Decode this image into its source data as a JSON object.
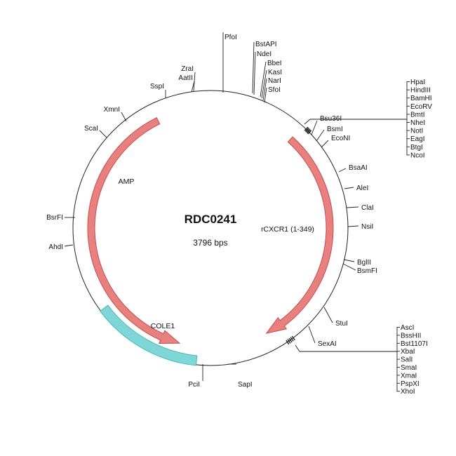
{
  "plasmid": {
    "name": "RDC0241",
    "length_label": "3796 bps",
    "total_bp": 3796
  },
  "colors": {
    "arrow_fill": "#e8807f",
    "arrow_stroke": "#c94c4c",
    "ori_fill": "#7fd6d6",
    "ori_stroke": "#4fb8b8",
    "line": "#222222"
  },
  "features": [
    {
      "id": "amp",
      "label": "AMP",
      "kind": "arrow",
      "direction": "ccw",
      "start_deg": -26,
      "end_deg": -165
    },
    {
      "id": "rcxcr1",
      "label": "rCXCR1 (1-349)",
      "kind": "arrow",
      "direction": "cw",
      "start_deg": 42,
      "end_deg": 152
    },
    {
      "id": "cole1",
      "label": "COLE1",
      "kind": "block",
      "start_deg": 186,
      "end_deg": 233
    }
  ],
  "sites": [
    {
      "label": "PfoI",
      "angle": 0
    },
    {
      "label": "BstAPI",
      "angle": 9
    },
    {
      "label": "NdeI",
      "angle": 9.7
    },
    {
      "label": "BbeI",
      "angle": 12.5
    },
    {
      "label": "KasI",
      "angle": 13.2
    },
    {
      "label": "NarI",
      "angle": 13.9
    },
    {
      "label": "SfoI",
      "angle": 14.6
    },
    {
      "label": "Bsu36I",
      "angle": 47
    },
    {
      "label": "BsmI",
      "angle": 51
    },
    {
      "label": "EcoNI",
      "angle": 55
    },
    {
      "label": "BsaAI",
      "angle": 68
    },
    {
      "label": "AleI",
      "angle": 76
    },
    {
      "label": "ClaI",
      "angle": 83
    },
    {
      "label": "NsiI",
      "angle": 90
    },
    {
      "label": "BglII",
      "angle": 104
    },
    {
      "label": "BsmFI",
      "angle": 106
    },
    {
      "label": "StuI",
      "angle": 132
    },
    {
      "label": "SexAI",
      "angle": 139
    },
    {
      "label": "SapI",
      "angle": 172
    },
    {
      "label": "PciI",
      "angle": 186
    },
    {
      "label": "AhdI",
      "angle": 264
    },
    {
      "label": "BsrFI",
      "angle": 278
    },
    {
      "label": "ScaI",
      "angle": 304
    },
    {
      "label": "XmnI",
      "angle": 316
    },
    {
      "label": "SspI",
      "angle": 335
    },
    {
      "label": "AatII",
      "angle": 348
    },
    {
      "label": "ZraI",
      "angle": 349
    }
  ],
  "mcs_top": {
    "angle_start": 44,
    "angle_end": 46,
    "labels": [
      "HpaI",
      "HindIII",
      "BamHI",
      "EcoRV",
      "BmtI",
      "NheI",
      "NotI",
      "EagI",
      "BtgI",
      "NcoI"
    ]
  },
  "mcs_bottom": {
    "angle_start": 143,
    "angle_end": 146,
    "labels": [
      "AscI",
      "BssHII",
      "Bst1107I",
      "XbaI",
      "SalI",
      "SmaI",
      "XmaI",
      "PspXI",
      "XhoI"
    ]
  }
}
